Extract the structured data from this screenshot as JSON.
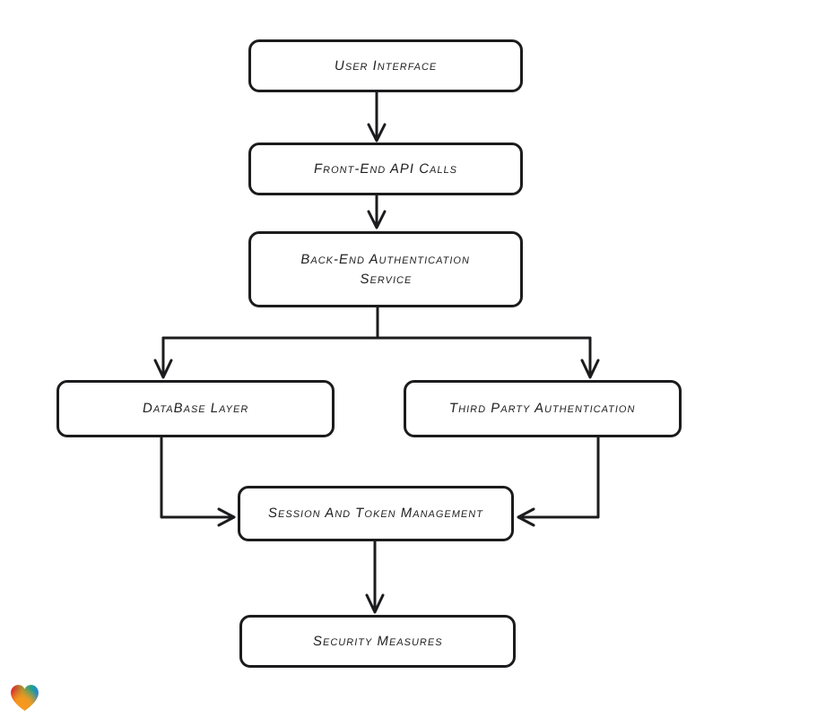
{
  "canvas": {
    "background": "#ffffff",
    "ink": "#1c1c1e"
  },
  "diagram": {
    "nodes": [
      {
        "id": "user-interface",
        "label": "User Interface"
      },
      {
        "id": "front-end-api-calls",
        "label": "Front-End API Calls"
      },
      {
        "id": "back-end-authentication-service",
        "label": "Back-End Authentication Service"
      },
      {
        "id": "database-layer",
        "label": "DataBase Layer"
      },
      {
        "id": "third-party-authentication",
        "label": "Third Party Authentication"
      },
      {
        "id": "session-and-token-management",
        "label": "Session And Token Management"
      },
      {
        "id": "security-measures",
        "label": "Security Measures"
      }
    ],
    "edges": [
      {
        "from": "user-interface",
        "to": "front-end-api-calls"
      },
      {
        "from": "front-end-api-calls",
        "to": "back-end-authentication-service"
      },
      {
        "from": "back-end-authentication-service",
        "to": "database-layer"
      },
      {
        "from": "back-end-authentication-service",
        "to": "third-party-authentication"
      },
      {
        "from": "database-layer",
        "to": "session-and-token-management"
      },
      {
        "from": "third-party-authentication",
        "to": "session-and-token-management"
      },
      {
        "from": "session-and-token-management",
        "to": "security-measures"
      }
    ]
  },
  "logo": {
    "icon": "gradient-heart-logo",
    "colors": {
      "red": "#e4202c",
      "green": "#7fa33c",
      "teal": "#1ba093",
      "blue": "#2e7be0",
      "orange": "#f8991d"
    }
  }
}
